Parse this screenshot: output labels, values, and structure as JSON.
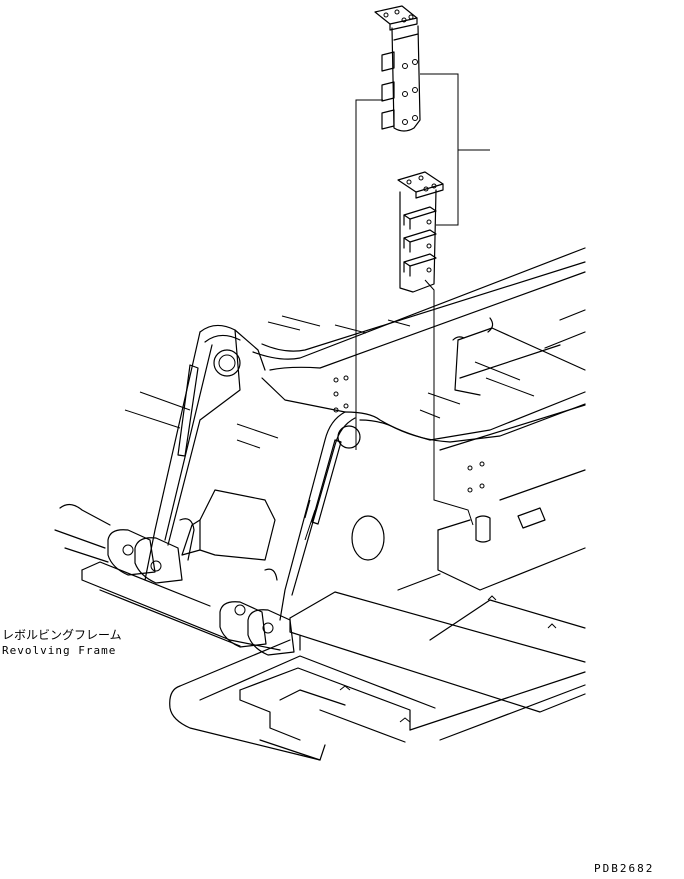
{
  "part_label": {
    "japanese": "レボルビングフレーム",
    "english": "Revolving Frame"
  },
  "drawing_code": "PDB2682"
}
